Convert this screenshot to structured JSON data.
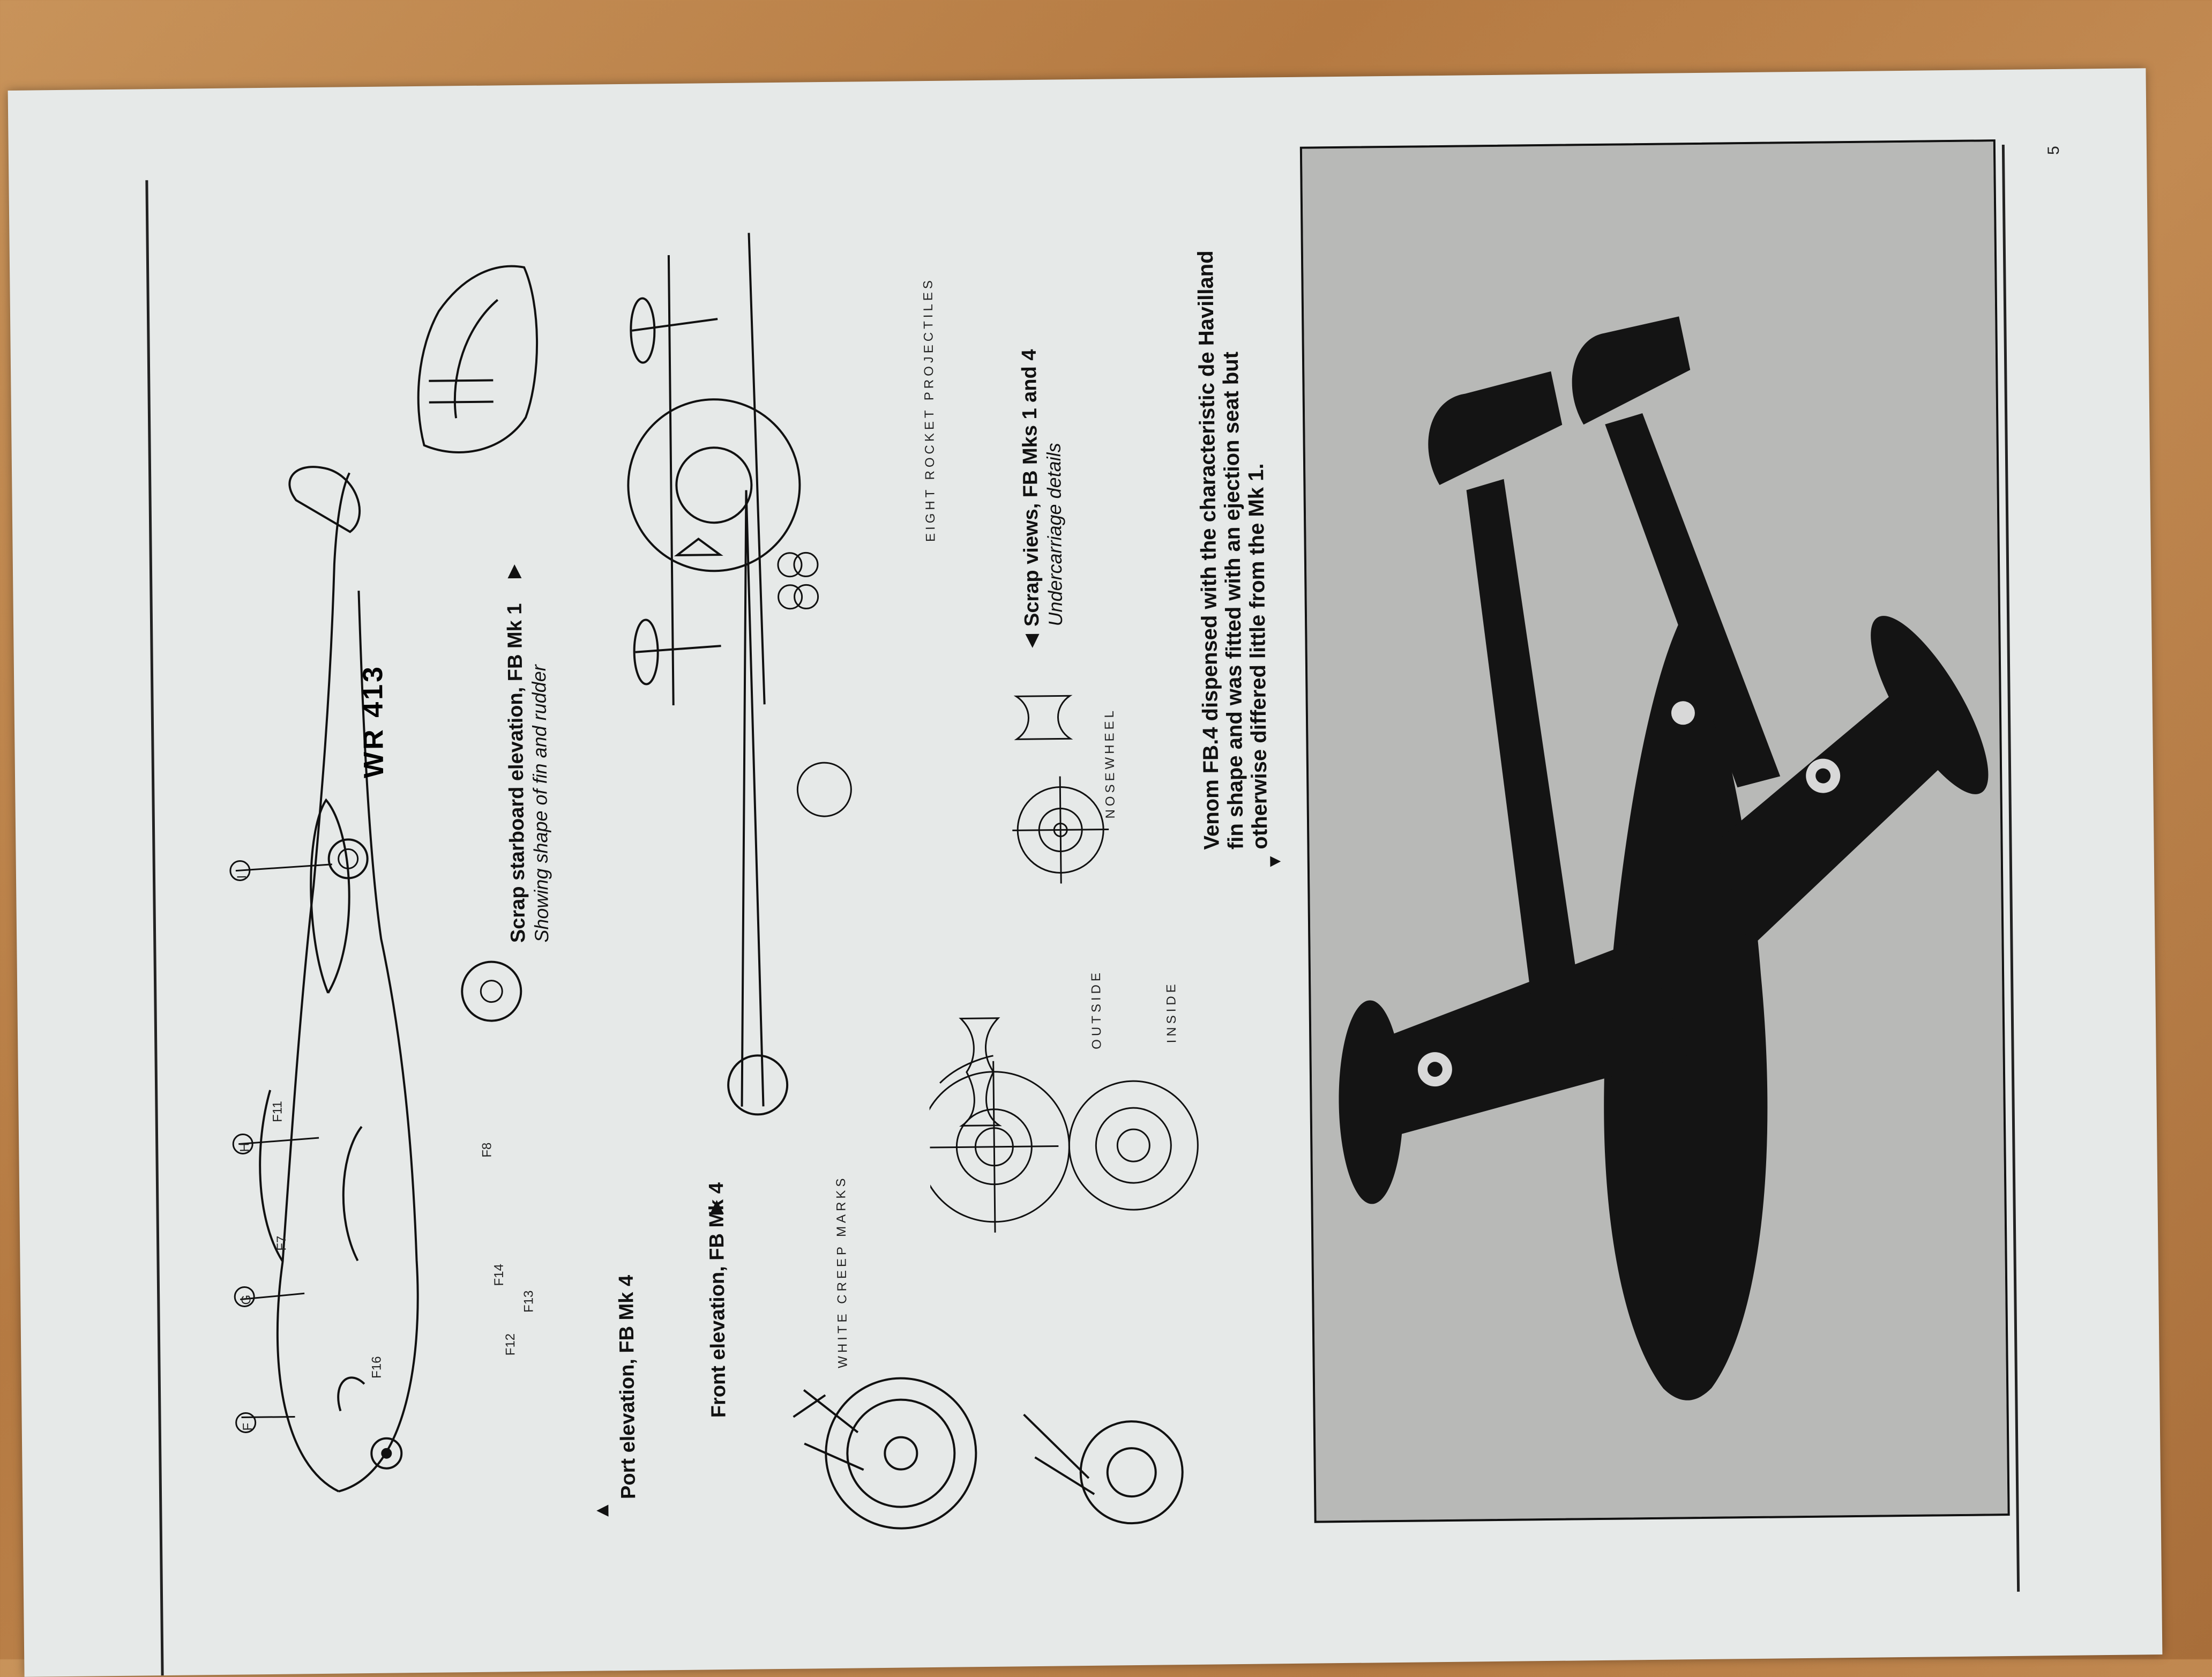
{
  "page": {
    "number": "5"
  },
  "captions": {
    "port_title": "Port elevation, FB Mk 4",
    "front_title": "Front elevation, FB Mk 4",
    "scrap_starboard_title": "Scrap starboard elevation, FB Mk 1",
    "scrap_starboard_sub": "Showing shape of fin and rudder",
    "scrap_views_title": "Scrap views, FB Mks 1 and 4",
    "scrap_views_sub": "Undercarriage details",
    "photo_caption": "Venom FB.4 dispensed with the characteristic de Havilland fin shape and was fitted with an ejection seat but otherwise differed little from the Mk 1."
  },
  "markers": {
    "pointer_up": "▲",
    "pointer_right": "▶",
    "pointer_left": "◀",
    "pointer_down": "▼"
  },
  "drawing_labels": {
    "serial": "WR 413",
    "station_f": "F",
    "station_g": "G",
    "station_h": "H",
    "station_i": "I",
    "f7": "F7",
    "f8": "F8",
    "f11": "F11",
    "f12": "F12",
    "f13": "F13",
    "f14": "F14",
    "f16": "F16",
    "rockets": "EIGHT ROCKET PROJECTILES",
    "creep_marks": "WHITE CREEP MARKS",
    "outside": "OUTSIDE",
    "inside": "INSIDE",
    "nosewheel": "NOSEWHEEL"
  }
}
